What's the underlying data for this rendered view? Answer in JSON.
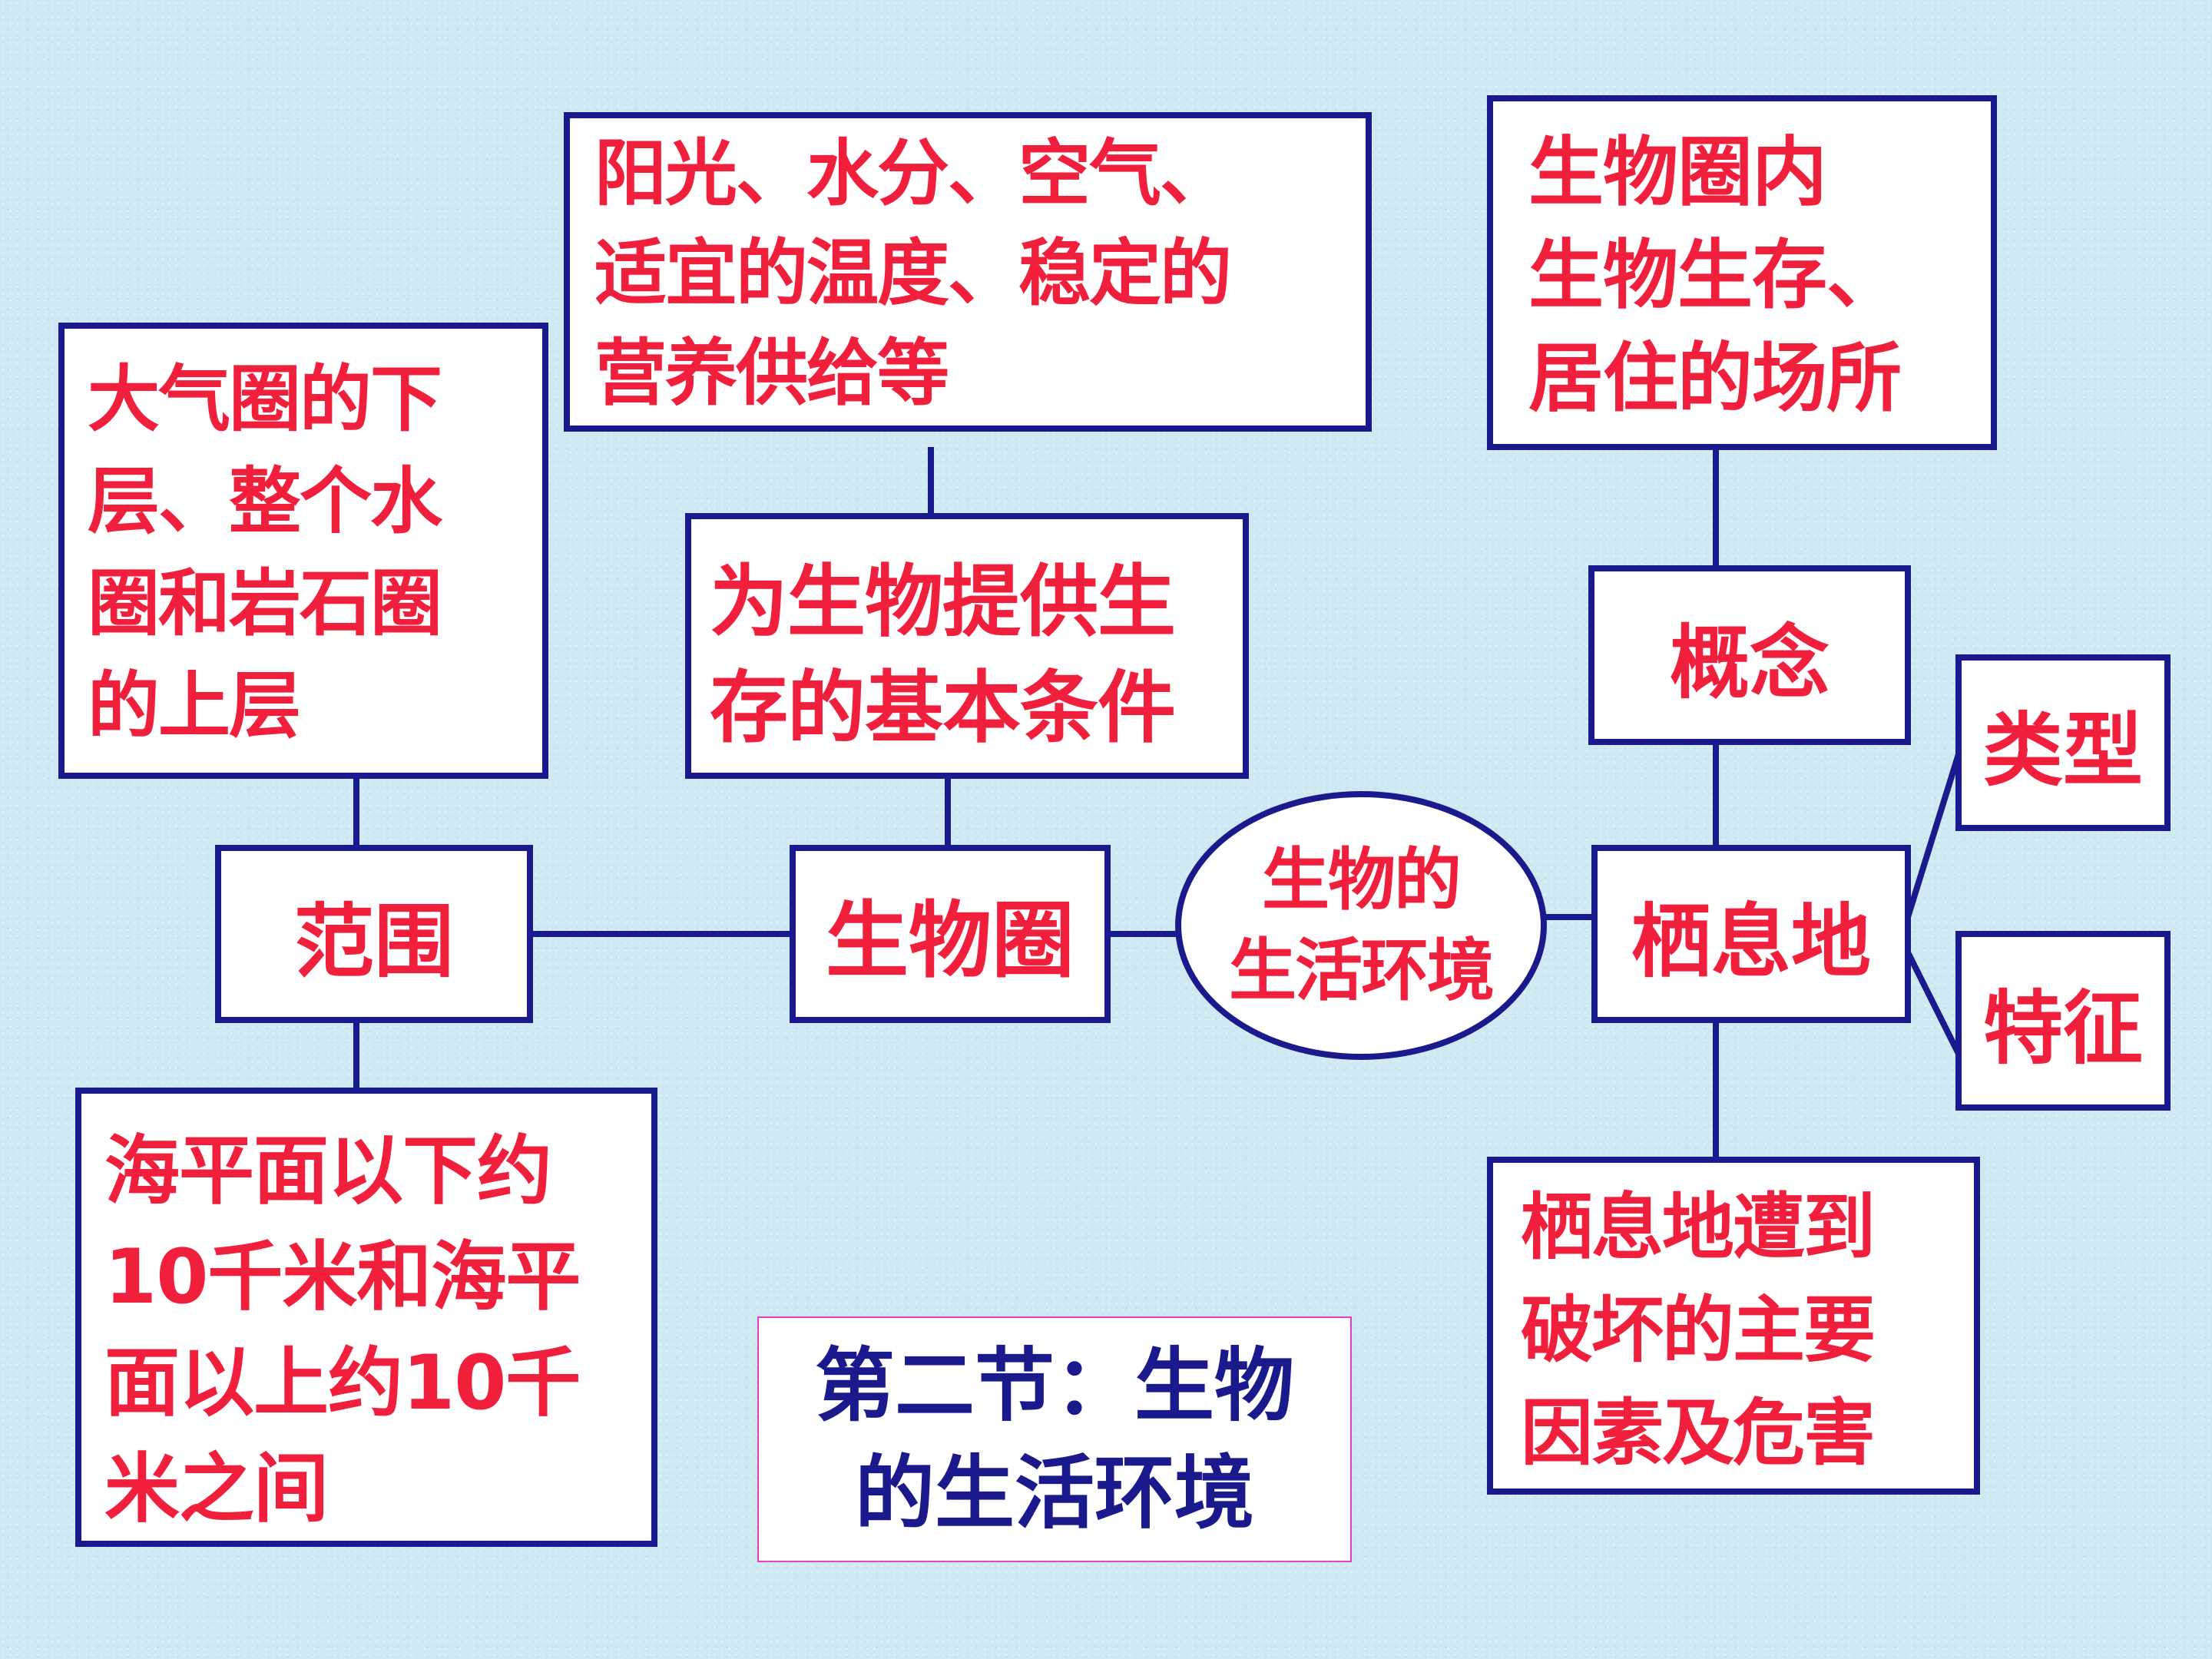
{
  "colors": {
    "background": "#cfe9f3",
    "border": "#1a1a8c",
    "node_text": "#f0203c",
    "title_text": "#1a1a8c",
    "title_border": "#e040c0"
  },
  "nodes": {
    "center": "生物的\n生活环境",
    "biosphere": "生物圈",
    "scope": "范围",
    "habitat": "栖息地",
    "concept": "概念",
    "type": "类型",
    "feature": "特征"
  },
  "details": {
    "conditions": "阳光、水分、空气、\n适宜的温度、稳定的\n营养供给等",
    "provides": "为生物提供生\n存的基本条件",
    "scope_upper": "大气圈的下\n层、整个水\n圈和岩石圈\n的上层",
    "scope_lower": "海平面以下约\n10千米和海平\n面以上约10千\n米之间",
    "concept_detail": "生物圈内\n生物生存、\n居住的场所",
    "habitat_threats": "栖息地遭到\n破坏的主要\n因素及危害"
  },
  "title": "第二节：生物\n的生活环境"
}
